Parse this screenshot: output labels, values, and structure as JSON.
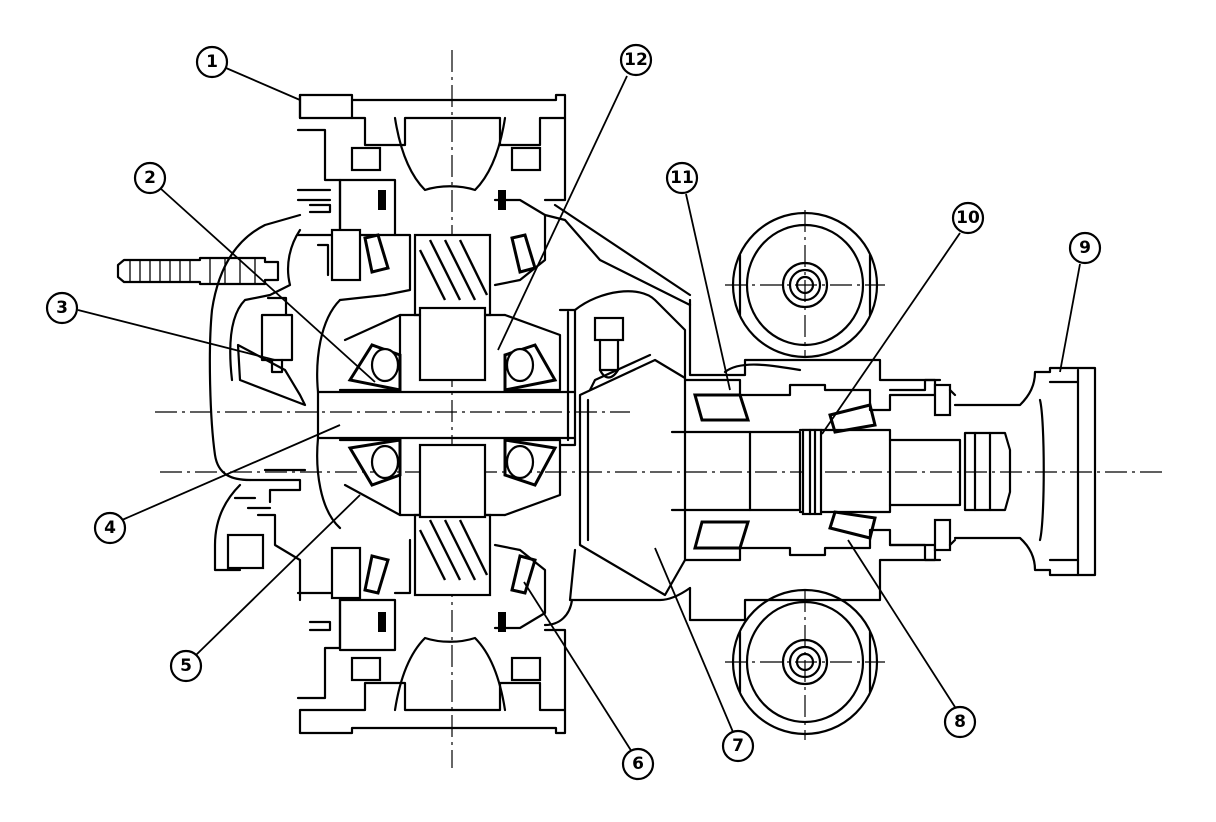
{
  "callouts": [
    {
      "id": "1",
      "label": "①"
    },
    {
      "id": "2",
      "label": "②"
    },
    {
      "id": "3",
      "label": "③"
    },
    {
      "id": "4",
      "label": "④"
    },
    {
      "id": "5",
      "label": "⑤"
    },
    {
      "id": "6",
      "label": "⑥"
    },
    {
      "id": "7",
      "label": "⑦"
    },
    {
      "id": "8",
      "label": "⑧"
    },
    {
      "id": "9",
      "label": "⑨"
    },
    {
      "id": "10",
      "label": "⑩"
    },
    {
      "id": "11",
      "label": "⑪"
    },
    {
      "id": "12",
      "label": "⑫"
    }
  ]
}
